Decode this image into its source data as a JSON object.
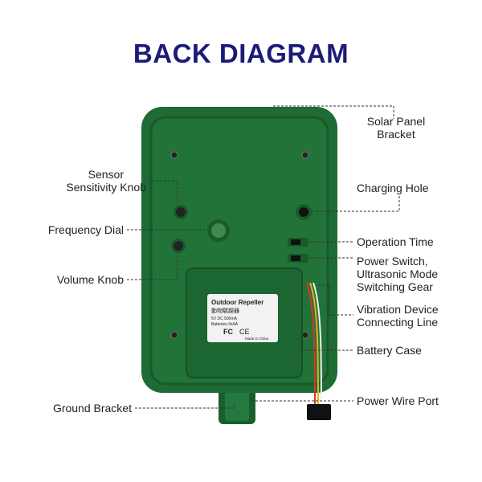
{
  "title": "BACK DIAGRAM",
  "colors": {
    "title": "#1b1b78",
    "body": "#1f6b35",
    "body_dark": "#15542a"
  },
  "sticker": {
    "name": "Outdoor Repeller",
    "chinese": "動物驅趕器",
    "rating": "5V  DC  500mA",
    "batteries": "Batteries:3xAA",
    "made_in": "Made in China",
    "marks": [
      "FC",
      "CE"
    ]
  },
  "labels": {
    "solar_panel_bracket": [
      "Solar Panel",
      "Bracket"
    ],
    "charging_hole": "Charging Hole",
    "operation_time": "Operation Time",
    "power_switch": [
      "Power Switch,",
      "Ultrasonic Mode",
      "Switching Gear"
    ],
    "vibration_line": [
      "Vibration Device",
      "Connecting Line"
    ],
    "battery_case": "Battery Case",
    "power_wire_port": "Power Wire Port",
    "sensitivity_knob": [
      "Sensor",
      "Sensitivity Knob"
    ],
    "frequency_dial": "Frequency Dial",
    "volume_knob": "Volume Knob",
    "ground_bracket": "Ground Bracket"
  }
}
